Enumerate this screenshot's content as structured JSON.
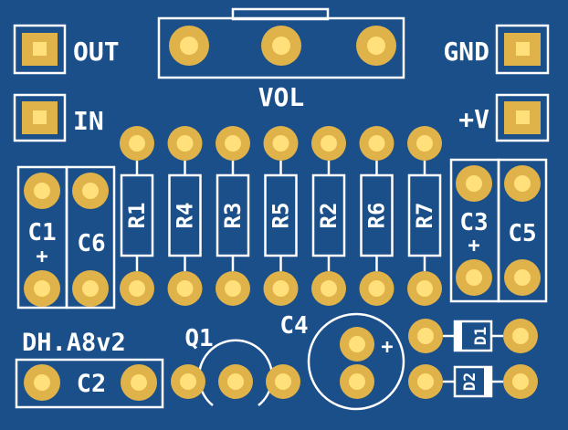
{
  "board": {
    "background_color": "#1a4f8a",
    "silkscreen_color": "#ffffff",
    "pad_color": "#e0b24a",
    "hole_color": "#ffe07a"
  },
  "labels": {
    "out": "OUT",
    "in": "IN",
    "gnd": "GND",
    "vplus": "+V",
    "vol": "VOL",
    "c1": "C1",
    "c6": "C6",
    "c3": "C3",
    "c5": "C5",
    "c2": "C2",
    "c4": "C4",
    "q1": "Q1",
    "d1": "D1",
    "d2": "D2",
    "plus": "+",
    "board_name": "DH.A8v2",
    "resistors": [
      "R1",
      "R4",
      "R3",
      "R5",
      "R2",
      "R6",
      "R7"
    ]
  }
}
